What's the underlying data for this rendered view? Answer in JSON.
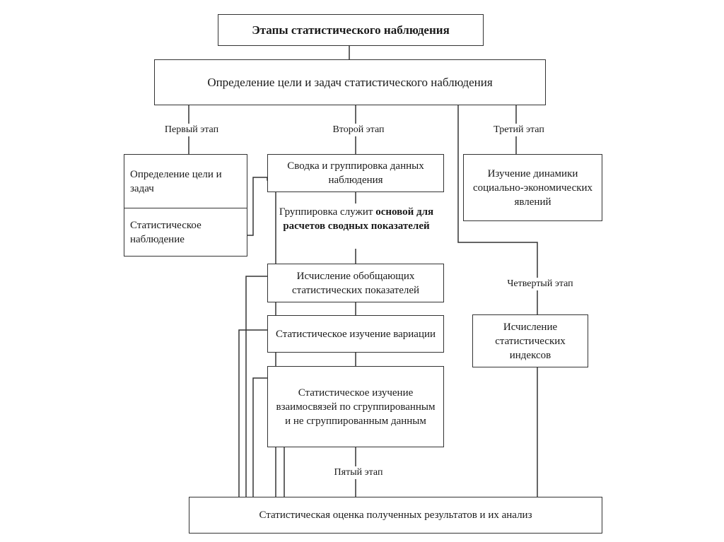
{
  "title": "Этапы статистического наблюдения",
  "goal": "Определение цели и задач статистического наблюдения",
  "stages": {
    "first": "Первый этап",
    "second": "Второй этап",
    "third": "Третий этап",
    "fourth": "Четвертый этап",
    "fifth": "Пятый этап"
  },
  "boxes": {
    "goal_tasks": "Определение цели и задач",
    "observation": "Статистическое наблюдение",
    "summary": "Сводка и группировка данных наблюдения",
    "general_indicators": "Исчисление обобщающих статистических показателей",
    "variation": "Статистическое изучение вариации",
    "relations": "Статистическое изучение взаимосвязей по сгруппированным и не сгруппированным данным",
    "dynamics": "Изучение динамики социально-экономических явлений",
    "indices": "Исчисление статистических индексов",
    "final": "Статистическая оценка полученных результатов и их анализ"
  },
  "note": {
    "part1": "Группировка служит",
    "part2": "основой для расчетов сводных показателей"
  }
}
